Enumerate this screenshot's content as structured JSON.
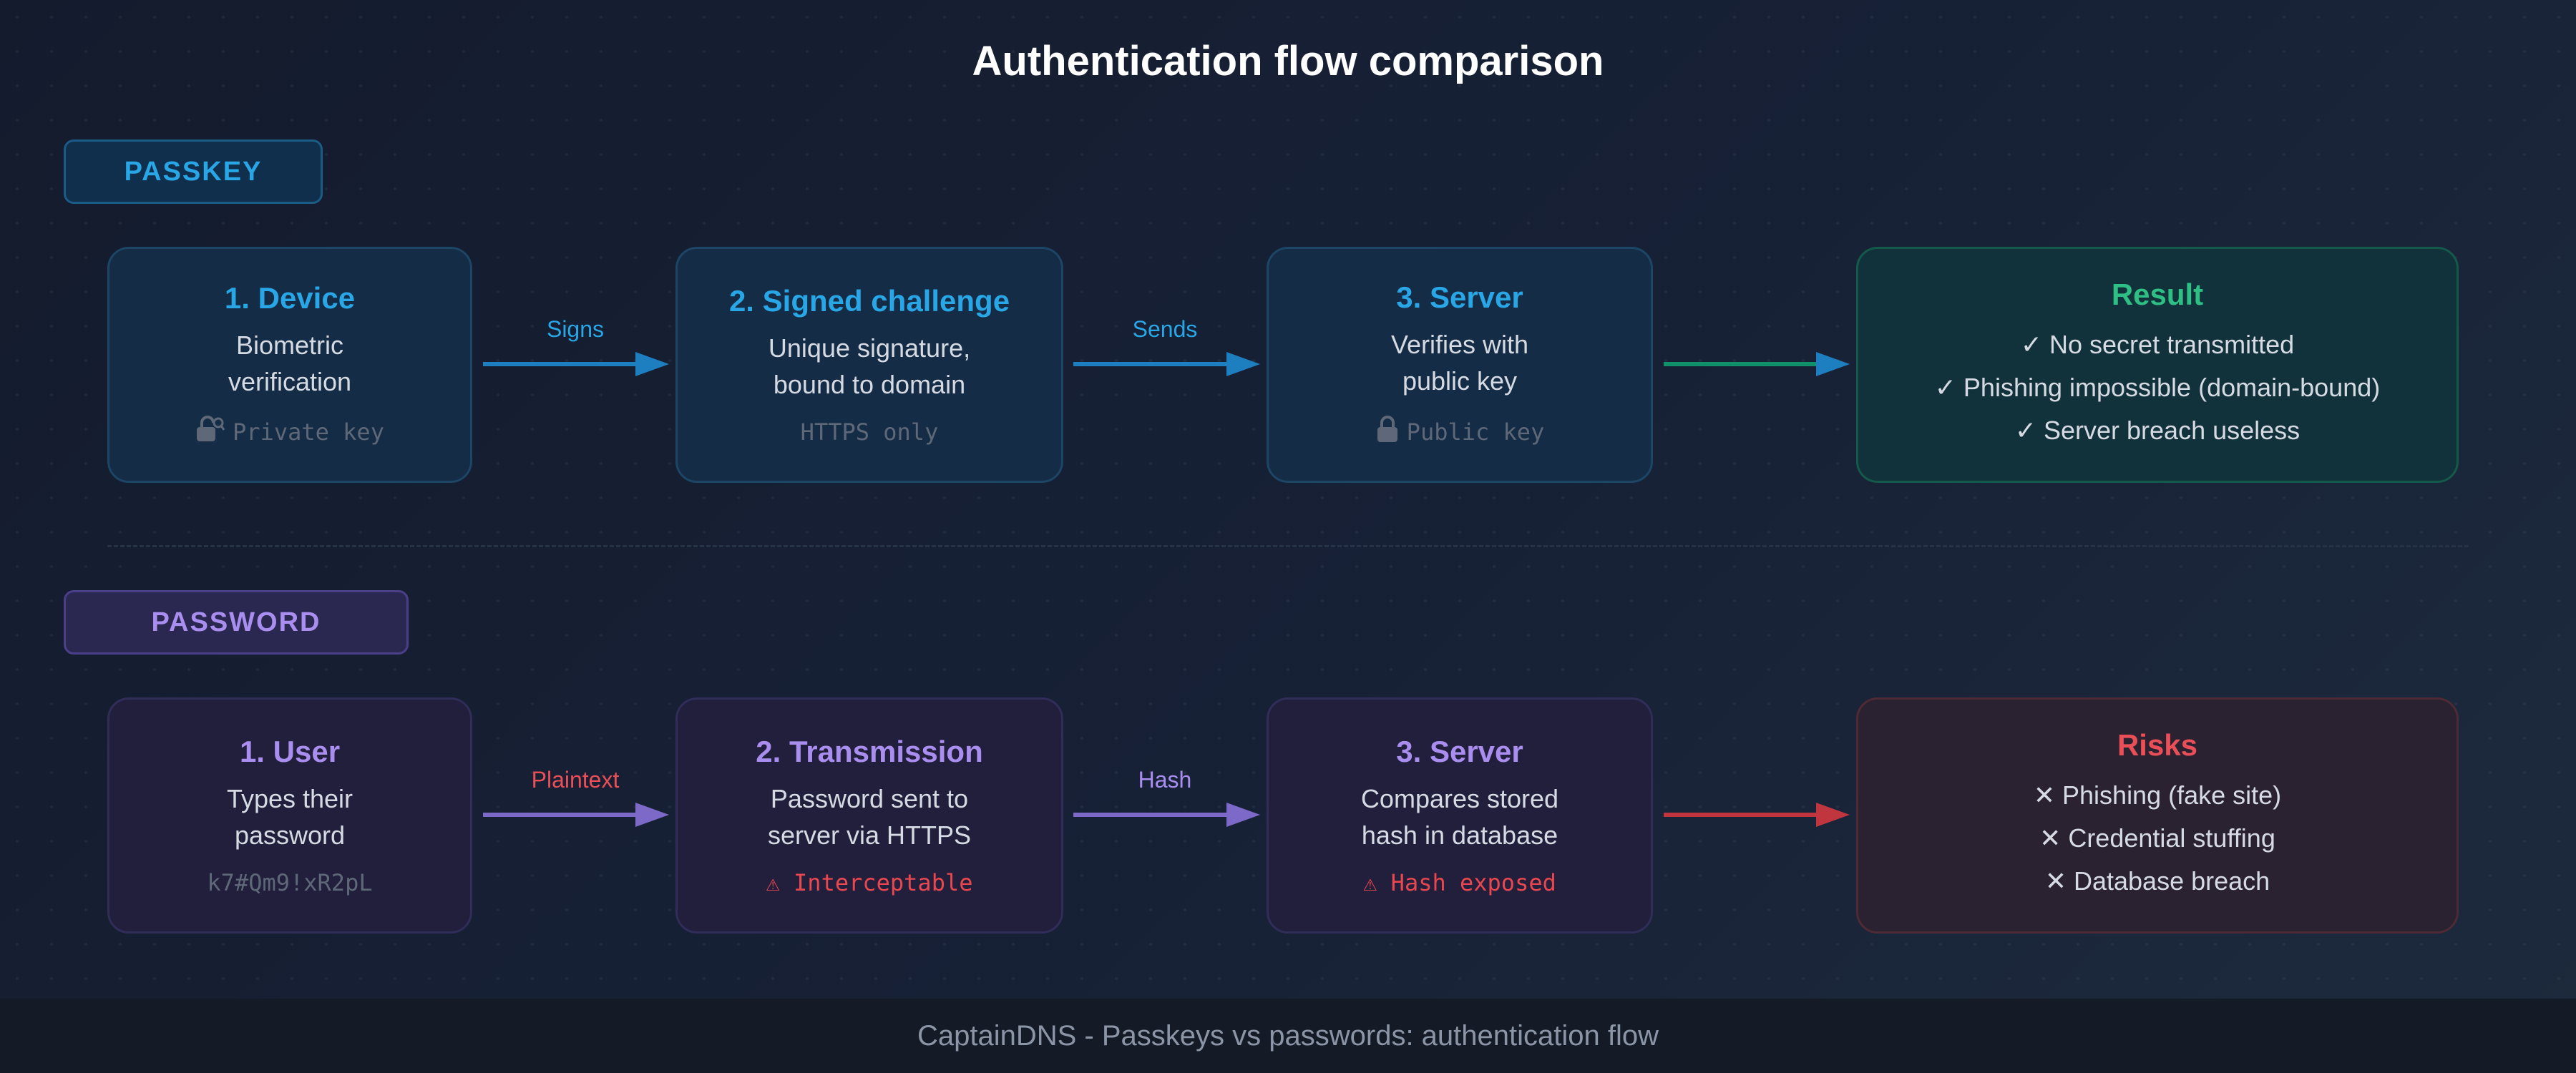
{
  "title": "Authentication flow comparison",
  "passkey": {
    "section_label": "PASSKEY",
    "steps": [
      {
        "title": "1. Device",
        "desc1": "Biometric",
        "desc2": "verification",
        "note": "Private key"
      },
      {
        "title": "2. Signed challenge",
        "desc1": "Unique signature,",
        "desc2": "bound to domain",
        "note": "HTTPS only"
      },
      {
        "title": "3. Server",
        "desc1": "Verifies with",
        "desc2": "public key",
        "note": "Public key"
      }
    ],
    "arrows": [
      "Signs",
      "Sends"
    ],
    "result": {
      "title": "Result",
      "items": [
        "✓ No secret transmitted",
        "✓ Phishing impossible (domain-bound)",
        "✓ Server breach useless"
      ]
    }
  },
  "password": {
    "section_label": "PASSWORD",
    "steps": [
      {
        "title": "1. User",
        "desc1": "Types their",
        "desc2": "password",
        "note": "k7#Qm9!xR2pL"
      },
      {
        "title": "2. Transmission",
        "desc1": "Password sent to",
        "desc2": "server via HTTPS",
        "note": "⚠ Interceptable"
      },
      {
        "title": "3. Server",
        "desc1": "Compares stored",
        "desc2": "hash in database",
        "note": "⚠ Hash exposed"
      }
    ],
    "arrows": [
      "Plaintext",
      "Hash"
    ],
    "risks": {
      "title": "Risks",
      "items": [
        "✕ Phishing (fake site)",
        "✕ Credential stuffing",
        "✕ Database breach"
      ]
    }
  },
  "footer": "CaptainDNS - Passkeys vs passwords: authentication flow",
  "colors": {
    "passkey_accent": "#29a6e6",
    "password_accent": "#a98ef0",
    "result_accent": "#2fbf85",
    "risk_accent": "#ea4f58",
    "passkey_arrow": "#1d7fc0",
    "password_arrow": "#7d6ac8",
    "result_arrow": "#11916a",
    "risk_arrow": "#c1353f"
  },
  "icons": {
    "private_key": "open-lock-key-icon",
    "public_key": "lock-icon"
  }
}
